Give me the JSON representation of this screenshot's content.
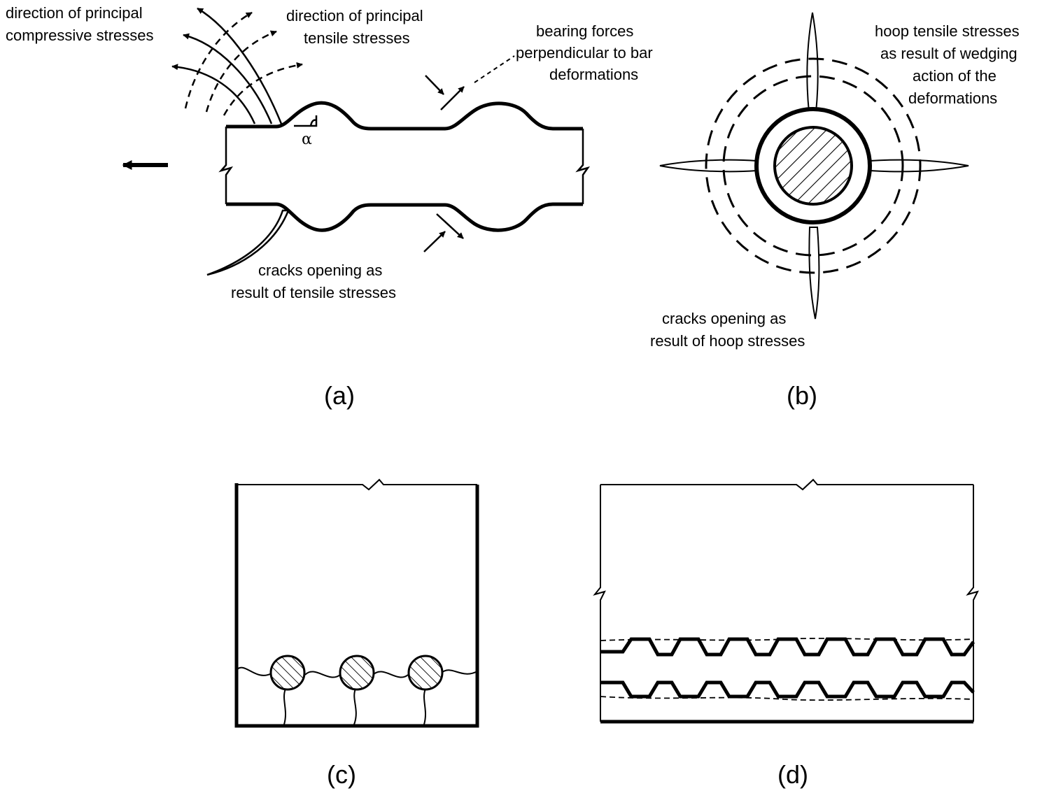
{
  "panel_a": {
    "label_compressive": [
      "direction of principal",
      "compressive stresses"
    ],
    "label_tensile": [
      "direction of principal",
      "tensile stresses"
    ],
    "label_bearing": [
      "bearing forces",
      "perpendicular to bar",
      "deformations"
    ],
    "label_cracks": [
      "cracks opening as",
      "result of tensile stresses"
    ],
    "angle_symbol": "α",
    "caption": "(a)"
  },
  "panel_b": {
    "label_hoop": [
      "hoop tensile stresses",
      "as result of wedging",
      "action of the",
      "deformations"
    ],
    "label_cracks": [
      "cracks opening as",
      "result of hoop stresses"
    ],
    "caption": "(b)"
  },
  "panel_c": {
    "caption": "(c)"
  },
  "panel_d": {
    "caption": "(d)"
  }
}
